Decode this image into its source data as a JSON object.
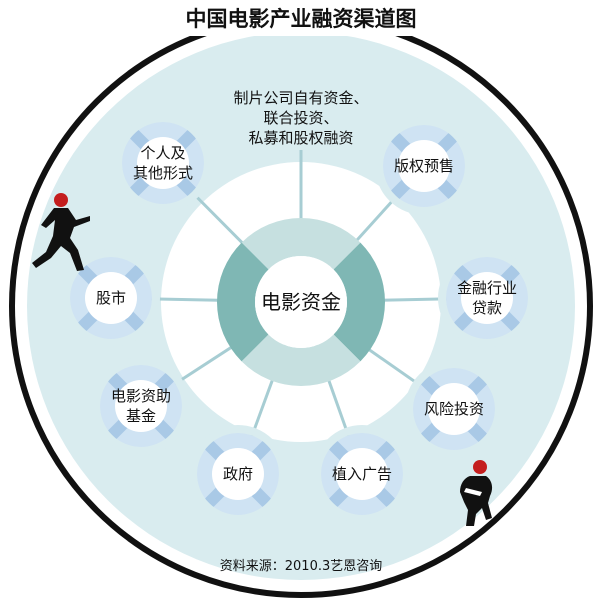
{
  "title": "中国电影产业融资渠道图",
  "center": {
    "label": "电影资金"
  },
  "channels": [
    {
      "id": "self-funding",
      "lines": [
        "制片公司自有资金、",
        "联合投资、",
        "私募和股权融资"
      ],
      "style": "text-only"
    },
    {
      "id": "copyright-presale",
      "lines": [
        "版权预售"
      ],
      "style": "node"
    },
    {
      "id": "bank-loans",
      "lines": [
        "金融行业",
        "贷款"
      ],
      "style": "node"
    },
    {
      "id": "venture-capital",
      "lines": [
        "风险投资"
      ],
      "style": "node"
    },
    {
      "id": "product-placement",
      "lines": [
        "植入广告"
      ],
      "style": "node"
    },
    {
      "id": "government",
      "lines": [
        "政府"
      ],
      "style": "node"
    },
    {
      "id": "film-fund",
      "lines": [
        "电影资助",
        "基金"
      ],
      "style": "node"
    },
    {
      "id": "stock-market",
      "lines": [
        "股市"
      ],
      "style": "node"
    },
    {
      "id": "individuals-other",
      "lines": [
        "个人及",
        "其他形式"
      ],
      "style": "node"
    }
  ],
  "source": "资料来源：2010.3艺恩咨询",
  "icons": [
    "running-man-icon",
    "crouching-man-icon"
  ],
  "colors": {
    "frame": "#111111",
    "outer_ring": "#d9ecef",
    "inner_disc": "#ffffff",
    "node_fill": "#cfe3f3",
    "node_band": "#a9c9e6",
    "center_light": "#c6e0e0",
    "center_dark": "#7fb7b4",
    "connector": "#a7cdd3",
    "head": "#c41e1e"
  }
}
